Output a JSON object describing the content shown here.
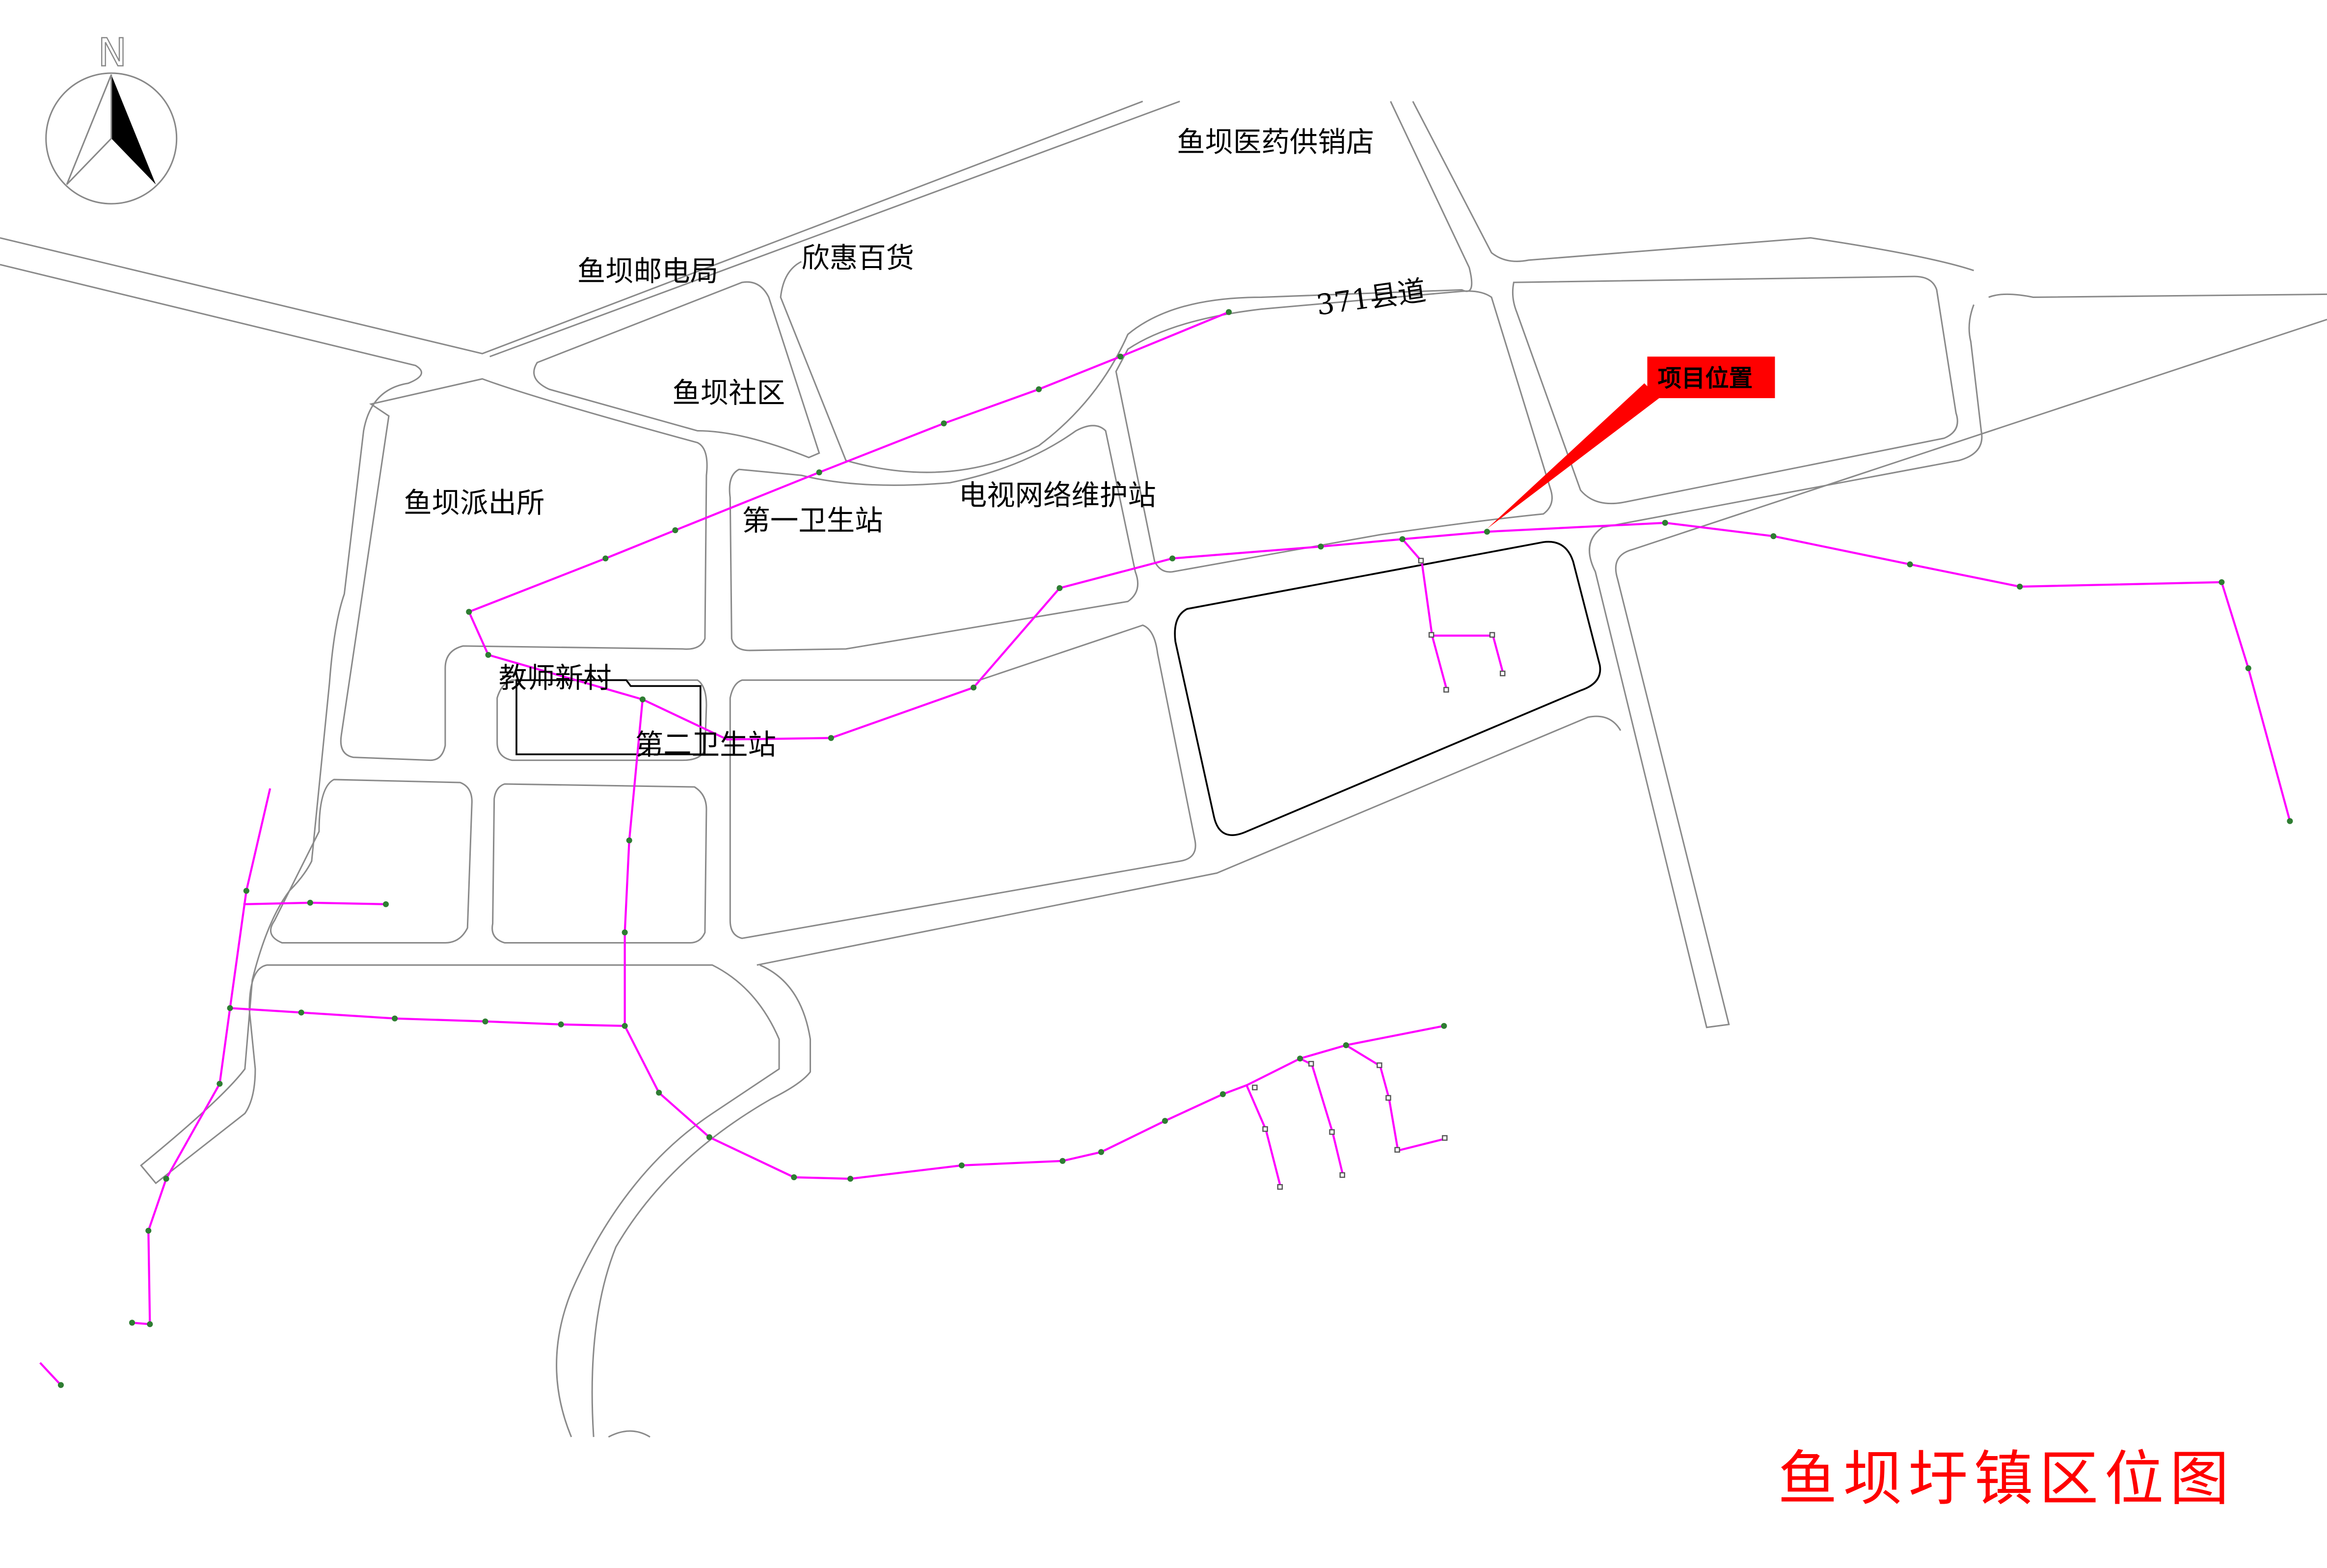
{
  "map": {
    "title": "鱼坝圩镇区位图",
    "project_tag": "项目位置",
    "north_label": "N",
    "colors": {
      "pipeline": "#ff00ff",
      "highlight": "#ff0000",
      "road": "#8a8a8a"
    },
    "labels": {
      "pharmacy": "鱼坝医药供销店",
      "post_office": "鱼坝邮电局",
      "department_store": "欣惠百货",
      "county_road": "371县道",
      "community": "鱼坝社区",
      "police": "鱼坝派出所",
      "clinic1": "第一卫生站",
      "tv_station": "电视网络维护站",
      "teachers_village": "教师新村",
      "clinic2": "第二卫生站"
    }
  }
}
